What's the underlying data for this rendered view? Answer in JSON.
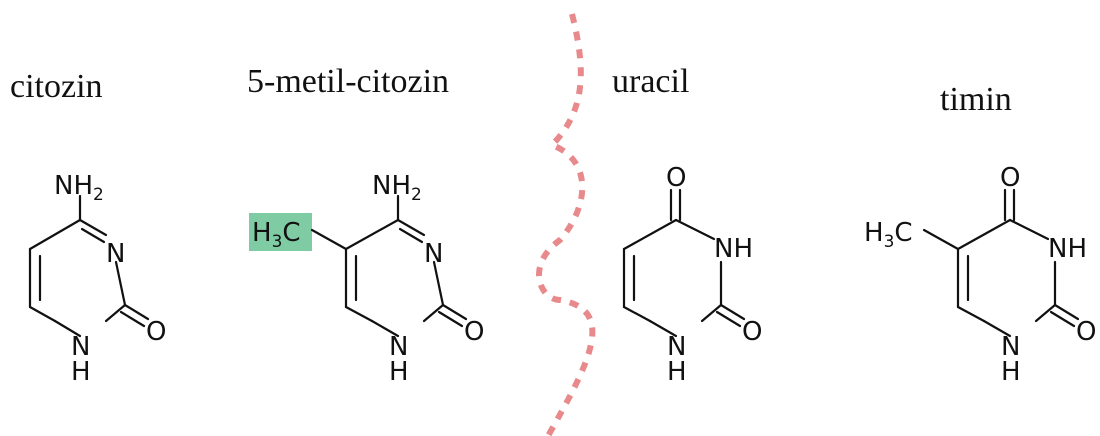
{
  "molecules": [
    {
      "name": "citozin",
      "atoms": {
        "amino": "NH",
        "amino_sub": "2",
        "ring_n": "N",
        "oxygen": "O",
        "nh_n": "N",
        "nh_h": "H"
      }
    },
    {
      "name": "5-metil-citozin",
      "atoms": {
        "amino": "NH",
        "amino_sub": "2",
        "ring_n": "N",
        "oxygen": "O",
        "nh_n": "N",
        "nh_h": "H",
        "methyl_h": "H",
        "methyl_sub": "3",
        "methyl_c": "C"
      },
      "highlight_color": "#7fcba4"
    },
    {
      "name": "uracil",
      "atoms": {
        "oxygen_top": "O",
        "nh3": "NH",
        "oxygen": "O",
        "nh_n": "N",
        "nh_h": "H"
      }
    },
    {
      "name": "timin",
      "atoms": {
        "oxygen_top": "O",
        "nh3": "NH",
        "oxygen": "O",
        "nh_n": "N",
        "nh_h": "H",
        "methyl_h": "H",
        "methyl_sub": "3",
        "methyl_c": "C"
      }
    }
  ],
  "divider": {
    "color": "#e8898c",
    "style": "dashed-wavy"
  }
}
